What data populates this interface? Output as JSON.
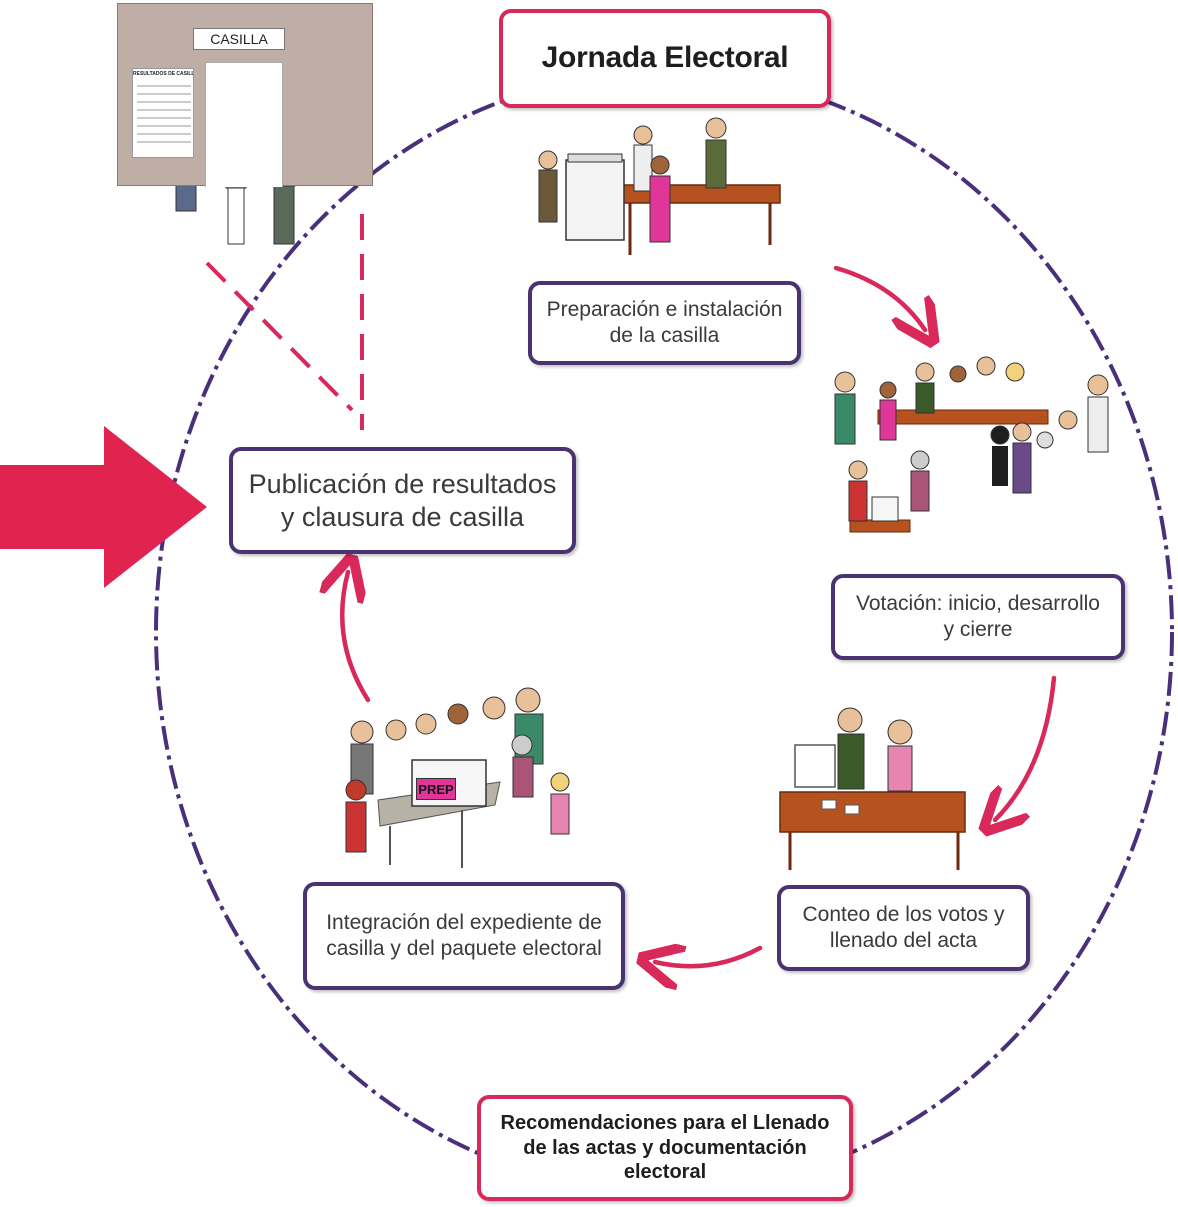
{
  "diagram": {
    "title": "Jornada Electoral",
    "steps": [
      {
        "id": "prep",
        "label": "Preparación e instalación\nde la casilla"
      },
      {
        "id": "votacion",
        "label": "Votación: inicio, desarrollo\ny cierre"
      },
      {
        "id": "conteo",
        "label": "Conteo de los votos y\nllenado del acta"
      },
      {
        "id": "integracion",
        "label": "Integración del expediente de\ncasilla y del paquete electoral"
      },
      {
        "id": "publicacion",
        "label": "Publicación de resultados\ny clausura de casilla"
      }
    ],
    "footer_label": "Recomendaciones para el Llenado\nde las actas y documentación\nelectoral",
    "illustration": {
      "casilla_sign": "CASILLA",
      "poster_title": "RESULTADOS DE CASILLA",
      "box_label": "PREP"
    },
    "colors": {
      "accent_red": "#d9285a",
      "accent_purple": "#4a3370",
      "dash_circle": "#4a2f7a",
      "big_arrow": "#e0244f"
    }
  }
}
